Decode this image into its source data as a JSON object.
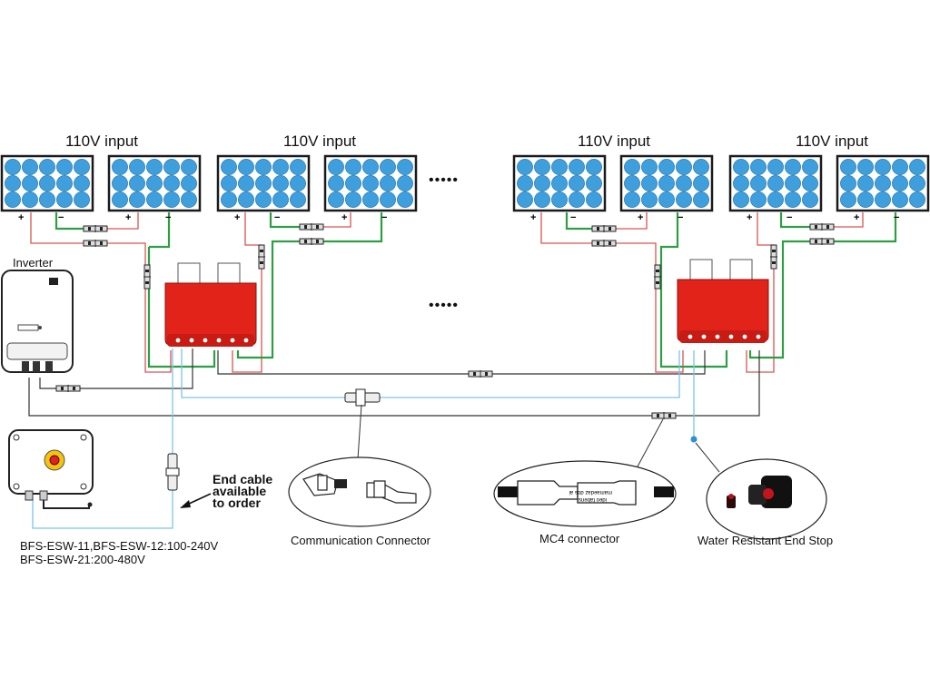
{
  "panel_groups": [
    {
      "label": "110V input"
    },
    {
      "label": "110V input"
    },
    {
      "label": "110V input"
    },
    {
      "label": "110V input"
    }
  ],
  "polarity": {
    "plus": "+",
    "minus": "−"
  },
  "ellipsis_top": "•••••",
  "ellipsis_mid": "•••••",
  "inverter_label": "Inverter",
  "end_stop_device_label": [
    "BFS-ESW-11,BFS-ESW-12:100-240V",
    "BFS-ESW-21:200-480V"
  ],
  "end_cable_note": [
    "End cable",
    "available",
    "to order"
  ],
  "callouts": {
    "communication": "Communication Connector",
    "mc4": "MC4 connector",
    "end_stop": "Water Resistant End Stop"
  },
  "mc4_print": [
    "mamaedaz dos ai",
    "ideo tabens"
  ],
  "colors": {
    "panel_frame": "#1a1a1a",
    "cell": "#3f9fdc",
    "cell_dark": "#1e6fa8",
    "positive_wire": "#d9534f",
    "negative_wire": "#2e9e44",
    "comm_wire": "#7cc4ec",
    "trunk_wire": "#333333",
    "optimizer_body": "#e2231a",
    "optimizer_edge": "#8a0f0a"
  },
  "icons": [
    "solar-panel-icon",
    "optimizer-icon",
    "inverter-icon",
    "connector-icon",
    "end-stop-icon"
  ]
}
